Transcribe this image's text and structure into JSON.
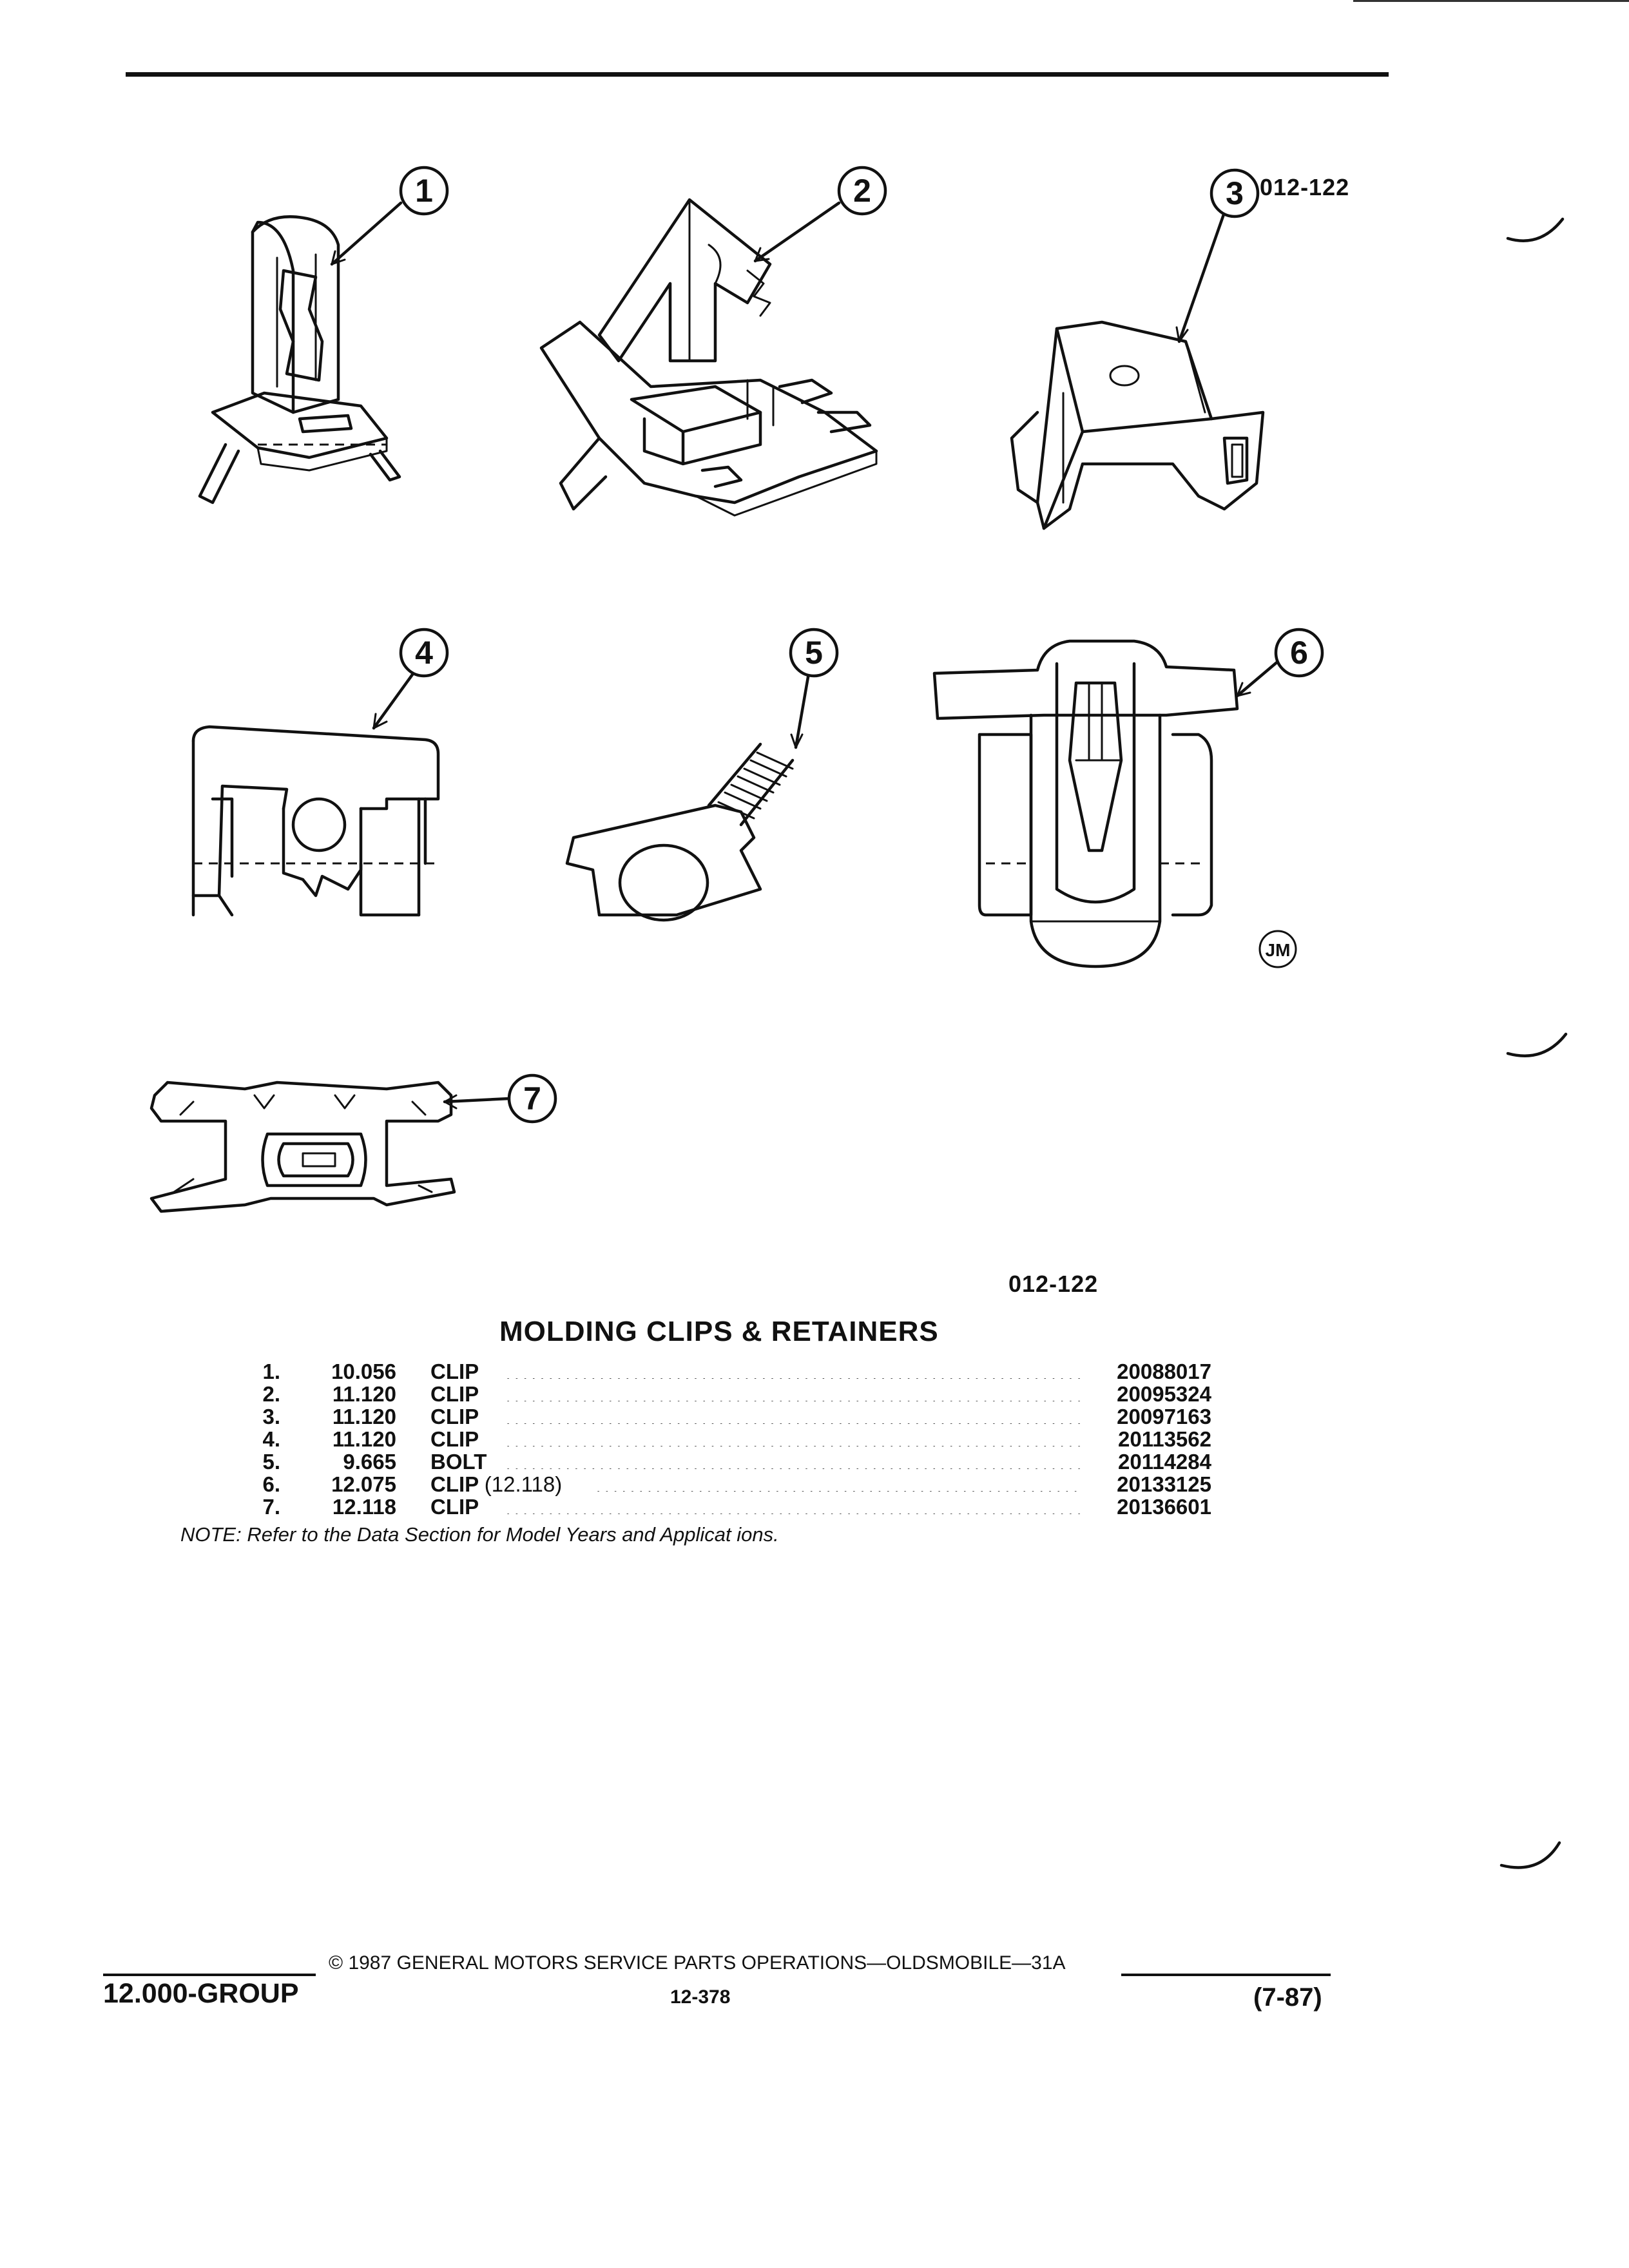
{
  "figure": {
    "callouts": [
      "1",
      "2",
      "3",
      "4",
      "5",
      "6",
      "7"
    ],
    "code_top": "012-122",
    "code_bottom": "012-122",
    "artist_mark": "JM"
  },
  "title": "MOLDING CLIPS & RETAINERS",
  "parts": [
    {
      "num": "1.",
      "group": "10.056",
      "desc": "CLIP",
      "qualifier": "",
      "part_no": "20088017"
    },
    {
      "num": "2.",
      "group": "11.120",
      "desc": "CLIP",
      "qualifier": "",
      "part_no": "20095324"
    },
    {
      "num": "3.",
      "group": "11.120",
      "desc": "CLIP",
      "qualifier": "",
      "part_no": "20097163"
    },
    {
      "num": "4.",
      "group": "11.120",
      "desc": "CLIP",
      "qualifier": "",
      "part_no": "20113562"
    },
    {
      "num": "5.",
      "group": "9.665",
      "desc": "BOLT",
      "qualifier": "",
      "part_no": "20114284"
    },
    {
      "num": "6.",
      "group": "12.075",
      "desc": "CLIP",
      "qualifier": "(12.118)",
      "part_no": "20133125"
    },
    {
      "num": "7.",
      "group": "12.118",
      "desc": "CLIP",
      "qualifier": "",
      "part_no": "20136601"
    }
  ],
  "note": "NOTE: Refer to the Data Section for Model Years and Applicat ions.",
  "footer": {
    "group": "12.000-GROUP",
    "copyright": "© 1987 GENERAL MOTORS SERVICE PARTS OPERATIONS—OLDSMOBILE—31A",
    "page": "12-378",
    "date": "(7-87)"
  }
}
